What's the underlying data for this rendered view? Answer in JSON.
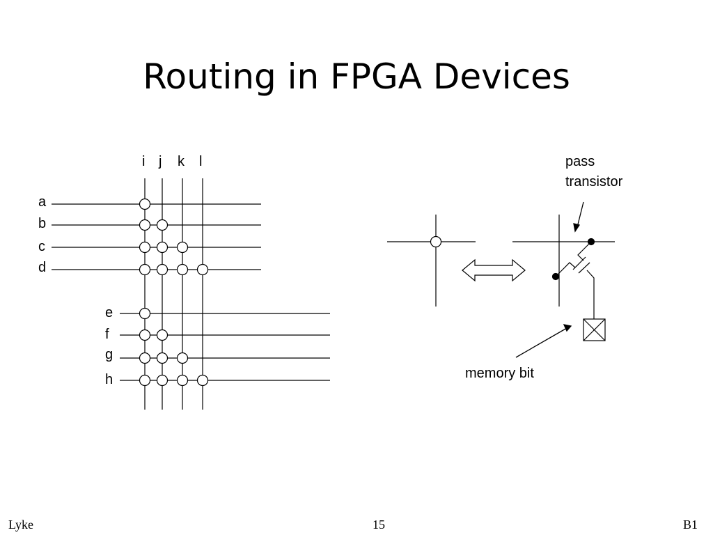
{
  "slide": {
    "title": "Routing in FPGA Devices"
  },
  "crossbar": {
    "columns": [
      "i",
      "j",
      "k",
      "l"
    ],
    "upper_rows": [
      "a",
      "b",
      "c",
      "d"
    ],
    "lower_rows": [
      "e",
      "f",
      "g",
      "h"
    ],
    "upper_connections": [
      [
        "i"
      ],
      [
        "i",
        "j"
      ],
      [
        "i",
        "j",
        "k"
      ],
      [
        "i",
        "j",
        "k",
        "l"
      ]
    ],
    "lower_connections": [
      [
        "i"
      ],
      [
        "i",
        "j"
      ],
      [
        "i",
        "j",
        "k"
      ],
      [
        "i",
        "j",
        "k",
        "l"
      ]
    ]
  },
  "detail": {
    "pass_transistor_label_line1": "pass",
    "pass_transistor_label_line2": "transistor",
    "memory_bit_label": "memory bit"
  },
  "footer": {
    "left": "Lyke",
    "center": "15",
    "right": "B1"
  }
}
